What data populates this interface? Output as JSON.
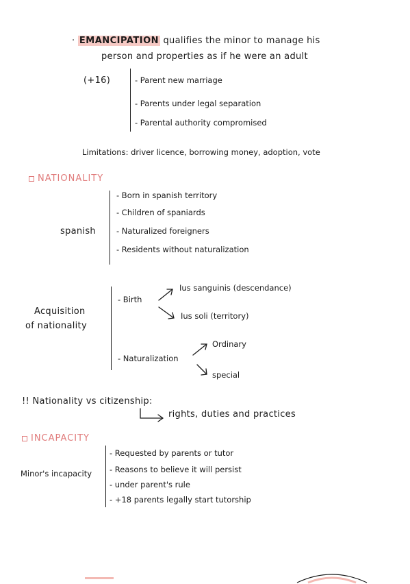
{
  "emancipation": {
    "bullet": "·",
    "term": "EMANCIPATION",
    "line1": "qualifies the minor to manage his",
    "line2": "person and properties as if he  were an adult",
    "age": "(+16)",
    "conditions": [
      "- Parent new marriage",
      "- Parents under legal separation",
      "- Parental authority compromised"
    ],
    "limitations": "Limitations: driver licence, borrowing money, adoption, vote"
  },
  "nationality": {
    "heading": "NATIONALITY",
    "spanish_label": "spanish",
    "spanish_items": [
      "- Born in spanish territory",
      "- Children of spaniards",
      "- Naturalized foreigners",
      "- Residents without naturalization"
    ],
    "acq_label_1": "Acquisition",
    "acq_label_2": "of nationality",
    "birth": "- Birth",
    "ius_sanguinis": "Ius sanguinis (descendance)",
    "ius_soli": "Ius soli  (territory)",
    "naturalization": "- Naturalization",
    "ordinary": "Ordinary",
    "special": "special",
    "note": "!! Nationality  vs  citizenship:",
    "note_result": "rights, duties and practices"
  },
  "incapacity": {
    "heading": "INCAPACITY",
    "label": "Minor's incapacity",
    "items": [
      "- Requested by parents or tutor",
      "- Reasons to believe it will persist",
      "- under parent's rule",
      "-  +18 parents legally start tutorship"
    ]
  }
}
